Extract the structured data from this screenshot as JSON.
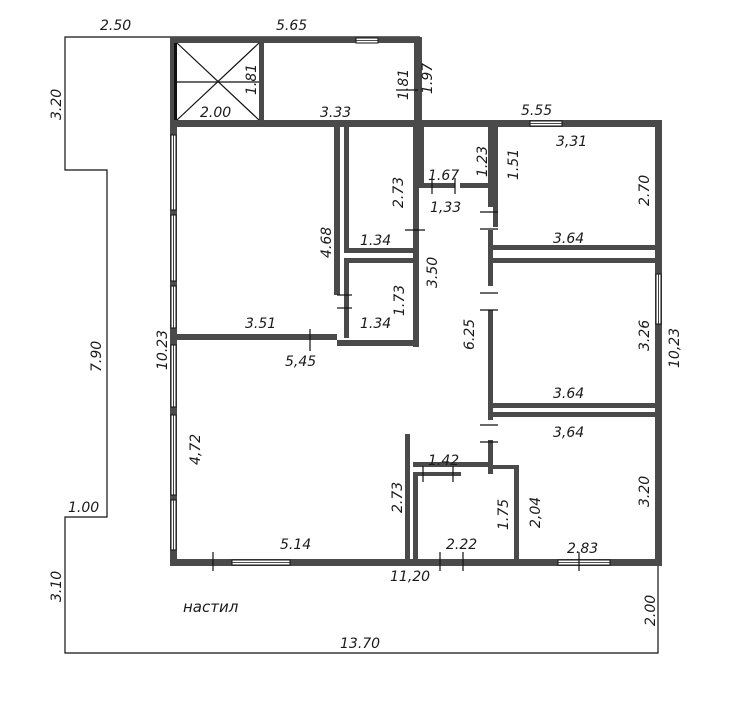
{
  "labels": {
    "d250": "2.50",
    "d565": "5.65",
    "d320a": "3.20",
    "d181a": "1.81",
    "d200a": "2.00",
    "d181b": "1.81",
    "d197": "1.97",
    "d333": "3.33",
    "d555": "5.55",
    "d331": "3,31",
    "d123": "1.23",
    "d151": "1.51",
    "d167": "1.67",
    "d133": "1,33",
    "d273a": "2.73",
    "d270": "2.70",
    "d468": "4.68",
    "d134a": "1.34",
    "d364a": "3.64",
    "d790": "7.90",
    "d1023a": "10.23",
    "d173": "1.73",
    "d350": "3.50",
    "d134b": "1.34",
    "d351": "3.51",
    "d545": "5,45",
    "d625": "6.25",
    "d326": "3.26",
    "d1023b": "10,23",
    "d364b": "3.64",
    "d472": "4,72",
    "d364c": "3,64",
    "d142": "1.42",
    "d273b": "2.73",
    "d175": "1.75",
    "d204": "2,04",
    "d320b": "3.20",
    "d100": "1.00",
    "d514": "5.14",
    "d222": "2.22",
    "d283": "2.83",
    "d1120": "11,20",
    "d310": "3.10",
    "d200b": "2.00",
    "d1370": "13.70",
    "nastil": "настил"
  }
}
